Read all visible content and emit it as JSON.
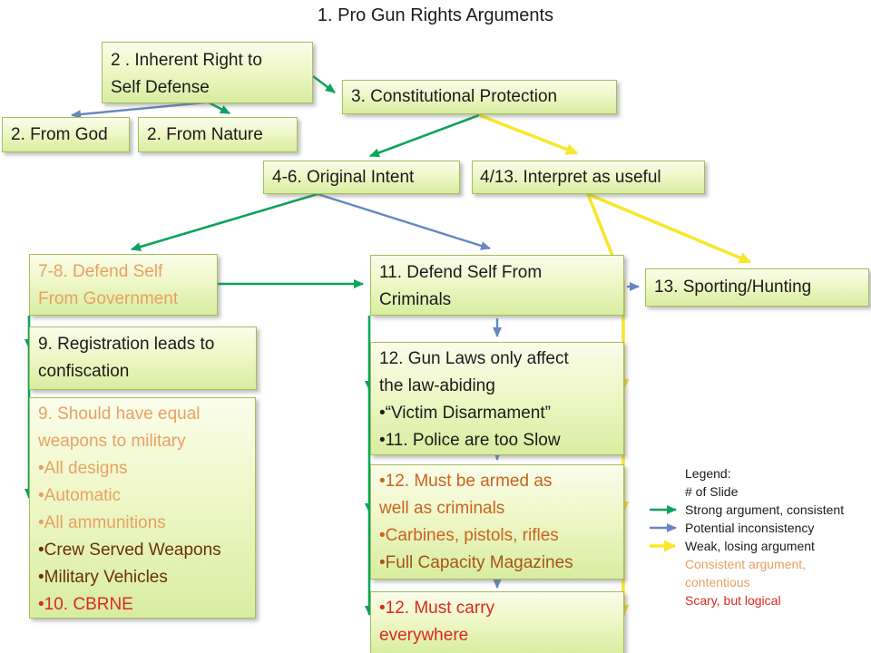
{
  "slide": {
    "title": "1. Pro Gun Rights Arguments"
  },
  "boxes": {
    "inherent": {
      "lines": [
        "2 . Inherent Right to",
        "Self Defense"
      ]
    },
    "constitutional": {
      "lines": [
        "3. Constitutional Protection"
      ]
    },
    "from_god": {
      "lines": [
        "2. From God"
      ]
    },
    "from_nature": {
      "lines": [
        "2. From Nature"
      ]
    },
    "original_intent": {
      "lines": [
        "4-6. Original Intent"
      ]
    },
    "interpret": {
      "lines": [
        "4/13. Interpret as useful"
      ]
    },
    "defend_gov": {
      "lines": [
        "7-8. Defend Self",
        "From Government"
      ]
    },
    "defend_criminals": {
      "lines": [
        "11. Defend Self From",
        "Criminals"
      ]
    },
    "sporting": {
      "lines": [
        "13. Sporting/Hunting"
      ]
    },
    "registration": {
      "lines": [
        "9. Registration leads to",
        "confiscation"
      ]
    },
    "gun_laws": {
      "lines": [
        "12. Gun Laws only affect",
        "the law-abiding",
        "•“Victim Disarmament”",
        "•11. Police are too Slow"
      ]
    },
    "equal_weapons": {
      "lines": [
        "9. Should have equal",
        "weapons to military",
        "•All designs",
        "•Automatic",
        "•All ammunitions",
        "•Crew Served Weapons",
        "•Military Vehicles",
        "•10. CBRNE"
      ]
    },
    "must_be_armed": {
      "lines": [
        "•12. Must be armed as",
        "well as criminals",
        "•Carbines, pistols, rifles",
        "•Full Capacity Magazines"
      ]
    },
    "must_carry": {
      "lines": [
        "•12. Must carry",
        "everywhere"
      ]
    }
  },
  "legend": {
    "title": "Legend:",
    "subtitle": "# of Slide",
    "entries": [
      {
        "label": "Strong argument, consistent",
        "marker": "green-arrow"
      },
      {
        "label": "Potential inconsistency",
        "marker": "blue-arrow"
      },
      {
        "label": "Weak, losing argument",
        "marker": "yellow-arrow"
      },
      {
        "label": "Consistent argument,",
        "marker": "orange-text"
      },
      {
        "label": "contentious",
        "marker": "orange-text"
      },
      {
        "label": "Scary, but logical",
        "marker": "red-text"
      }
    ]
  },
  "colors": {
    "green": "#0aa45a",
    "blue": "#6688be",
    "yellow": "#f7e82a",
    "orange_light": "#e8a163",
    "orange_mid": "#c8641f",
    "orange_dark": "#a85415",
    "brown": "#6b3207",
    "red": "#db2a1e",
    "box_border": "#a5be5b",
    "box_fill_top": "#fafdea",
    "box_fill_bottom": "#d8eda0"
  }
}
